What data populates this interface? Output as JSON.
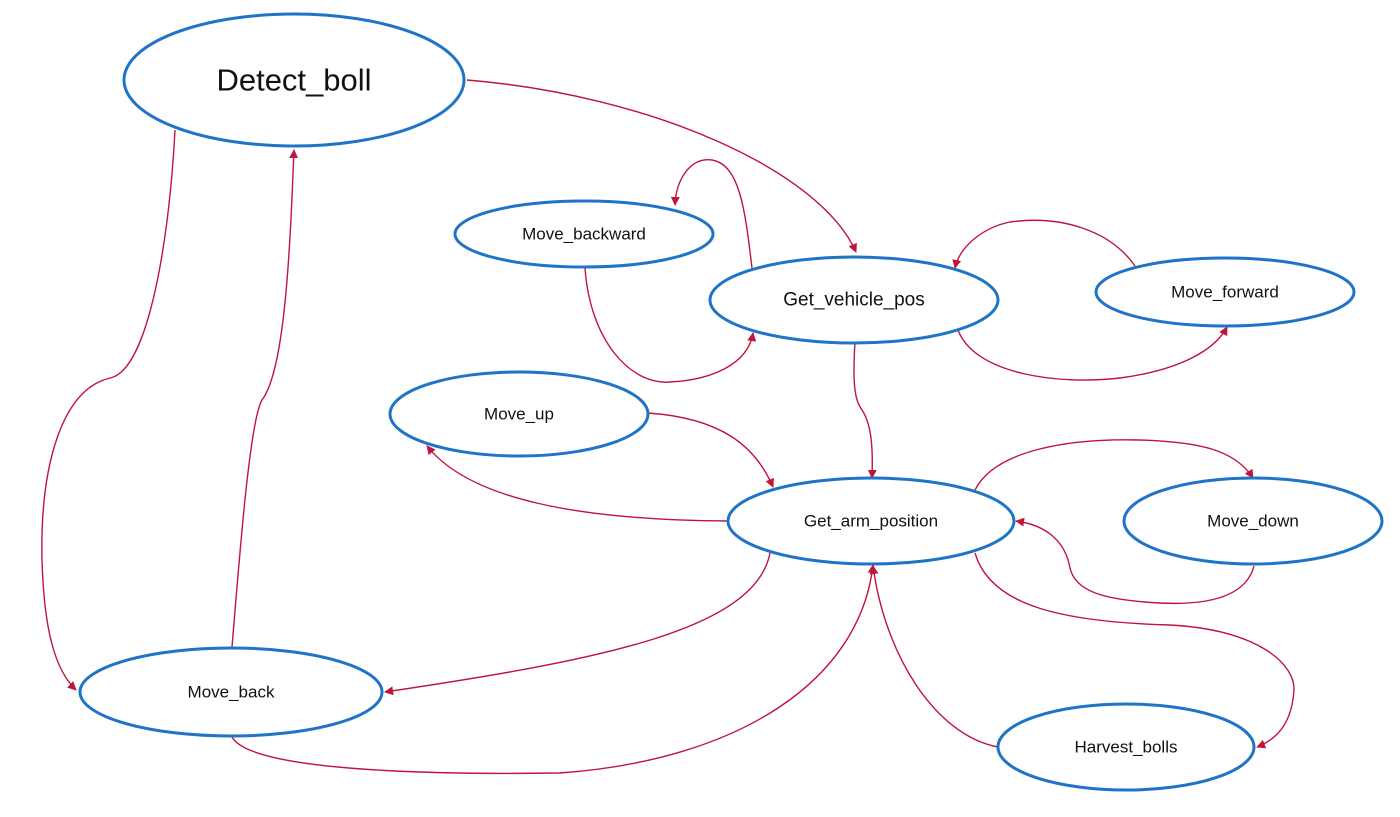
{
  "colors": {
    "node_stroke": "#1f74c8",
    "edge": "#c0143c",
    "background": "#ffffff"
  },
  "nodes": {
    "detect_boll": {
      "label": "Detect_boll"
    },
    "move_backward": {
      "label": "Move_backward"
    },
    "get_vehicle_pos": {
      "label": "Get_vehicle_pos"
    },
    "move_forward": {
      "label": "Move_forward"
    },
    "move_up": {
      "label": "Move_up"
    },
    "get_arm_position": {
      "label": "Get_arm_position"
    },
    "move_down": {
      "label": "Move_down"
    },
    "move_back": {
      "label": "Move_back"
    },
    "harvest_bolls": {
      "label": "Harvest_bolls"
    }
  },
  "edges": [
    {
      "from": "detect_boll",
      "to": "get_vehicle_pos"
    },
    {
      "from": "detect_boll",
      "to": "move_back"
    },
    {
      "from": "move_back",
      "to": "detect_boll"
    },
    {
      "from": "get_vehicle_pos",
      "to": "move_backward"
    },
    {
      "from": "move_backward",
      "to": "get_vehicle_pos"
    },
    {
      "from": "move_forward",
      "to": "get_vehicle_pos"
    },
    {
      "from": "get_vehicle_pos",
      "to": "move_forward"
    },
    {
      "from": "get_vehicle_pos",
      "to": "get_arm_position"
    },
    {
      "from": "move_up",
      "to": "get_arm_position"
    },
    {
      "from": "get_arm_position",
      "to": "move_up"
    },
    {
      "from": "get_arm_position",
      "to": "move_down"
    },
    {
      "from": "move_down",
      "to": "get_arm_position"
    },
    {
      "from": "get_arm_position",
      "to": "move_back"
    },
    {
      "from": "move_back",
      "to": "get_arm_position"
    },
    {
      "from": "harvest_bolls",
      "to": "get_arm_position"
    },
    {
      "from": "get_arm_position",
      "to": "harvest_bolls"
    }
  ]
}
